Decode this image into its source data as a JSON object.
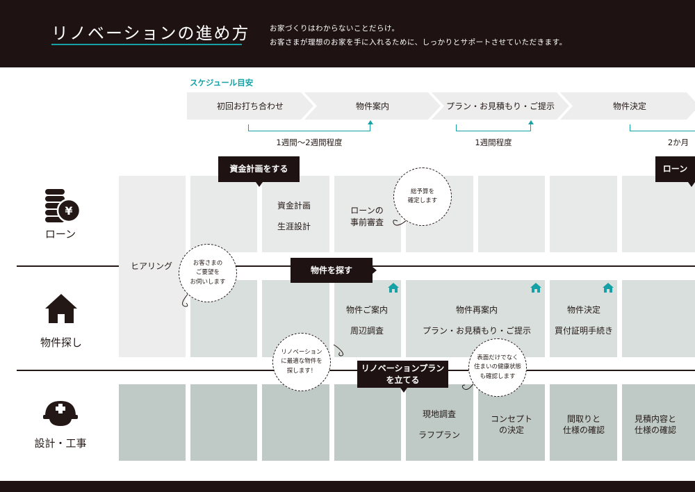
{
  "header": {
    "title": "リノベーションの進め方",
    "intro_line1": "お家づくりはわからないことだらけ。",
    "intro_line2": "お客さまが理想のお家を手に入れるために、しっかりとサポートさせていただきます。"
  },
  "schedule": {
    "label": "スケジュール目安",
    "phases": [
      "初回お打ち合わせ",
      "物件案内",
      "プラン・お見積もり・ご提示",
      "物件決定"
    ],
    "durations": [
      "1週間〜2週間程度",
      "1週間程度",
      "2か月"
    ]
  },
  "rows": {
    "loan": "ローン",
    "property": "物件探し",
    "design": "設計・工事"
  },
  "hearing": "ヒアリング",
  "tags": {
    "funding": "資金計画をする",
    "loan": "ローン",
    "property": "物件を探す",
    "plan_line1": "リノベーションプラン",
    "plan_line2": "を立てる"
  },
  "cells": {
    "funding_plan": "資金計画",
    "life_plan": "生涯設計",
    "loan_review_1": "ローンの",
    "loan_review_2": "事前審査",
    "property_guide": "物件ご案内",
    "area_survey": "周辺調査",
    "property_reguide": "物件再案内",
    "plan_estimate": "プラン・お見積もり・ご提示",
    "property_decision": "物件決定",
    "purchase_cert": "買付証明手続き",
    "site_survey": "現地調査",
    "rough_plan": "ラフプラン",
    "concept_1": "コンセプト",
    "concept_2": "の決定",
    "layout_1": "間取りと",
    "layout_2": "仕様の確認",
    "estimate_1": "見積内容と",
    "estimate_2": "仕様の確認"
  },
  "bubbles": {
    "budget": "総予算を\n確定します",
    "request": "お客さまの\nご要望を\nお伺いします",
    "find": "リノベーション\nに最適な物件を\n探します！",
    "health": "表面だけでなく\n住まいの健康状態\nも確認します"
  },
  "colors": {
    "dark": "#1e1312",
    "accent": "#16a1a6",
    "loan_row": "#e8e9e9",
    "property_row": "#d8dfdc",
    "design_row": "#bfcac6"
  }
}
